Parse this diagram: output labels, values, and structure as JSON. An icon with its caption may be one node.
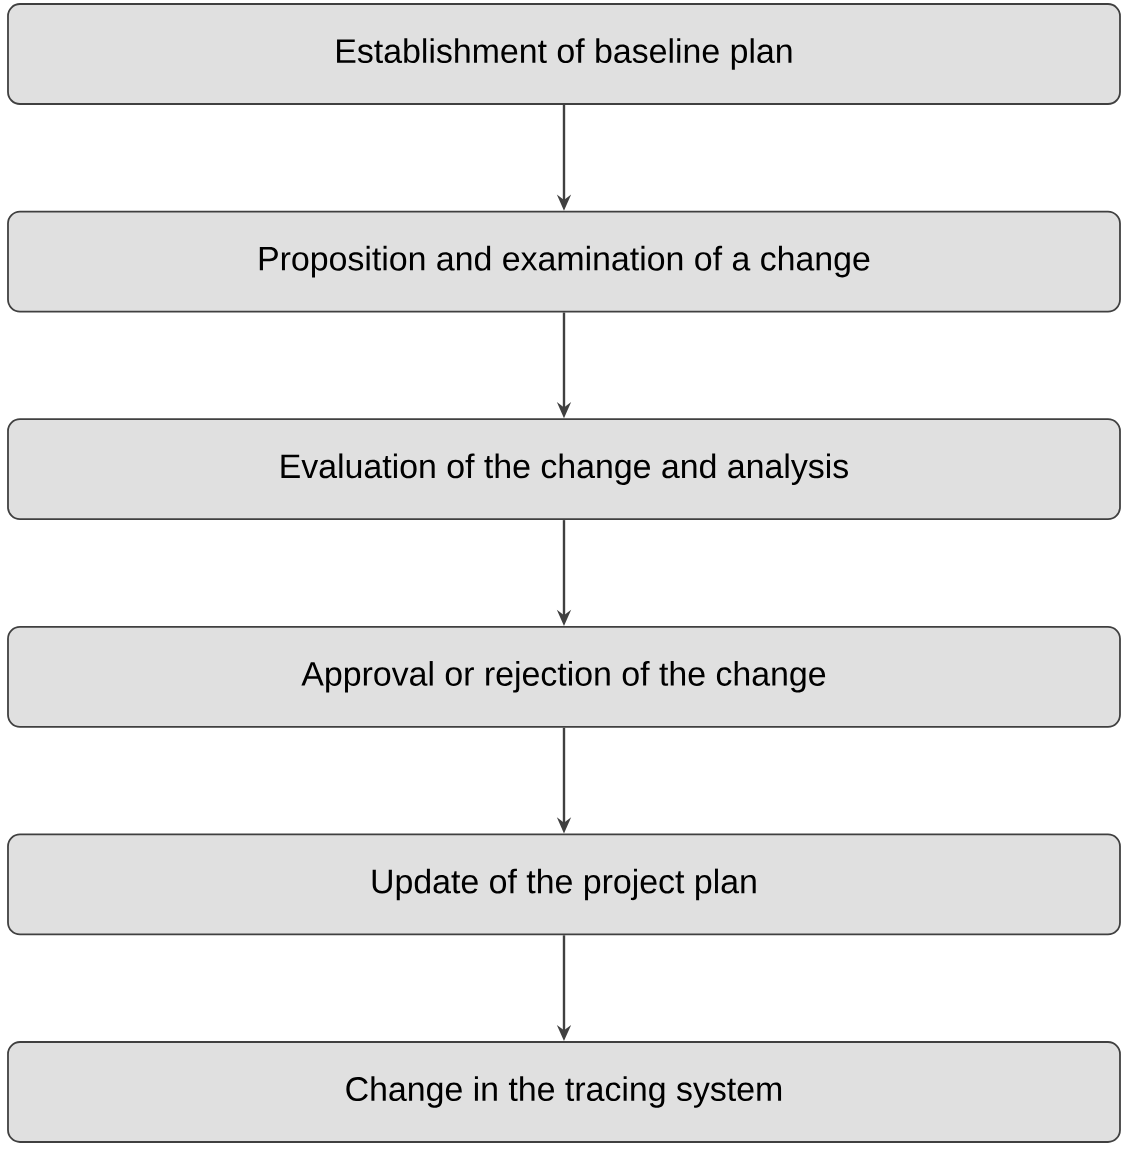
{
  "diagram": {
    "nodes": [
      {
        "text": [
          "Establishment of baseline plan"
        ]
      },
      {
        "text": [
          "Proposition and examination of a change"
        ]
      },
      {
        "text": [
          "Evaluation of the change and analysis"
        ]
      },
      {
        "text": [
          "Approval or rejection of the change"
        ]
      },
      {
        "text": [
          "Update of the project plan"
        ]
      },
      {
        "text": [
          "Change in the tracing system"
        ]
      }
    ],
    "edges": [
      {
        "from": 0,
        "to": 1,
        "arrow": "to"
      },
      {
        "from": 1,
        "to": 2,
        "arrow": "to"
      },
      {
        "from": 2,
        "to": 3,
        "arrow": "to"
      },
      {
        "from": 3,
        "to": 4,
        "arrow": "to"
      },
      {
        "from": 4,
        "to": 5,
        "arrow": "to"
      }
    ]
  }
}
